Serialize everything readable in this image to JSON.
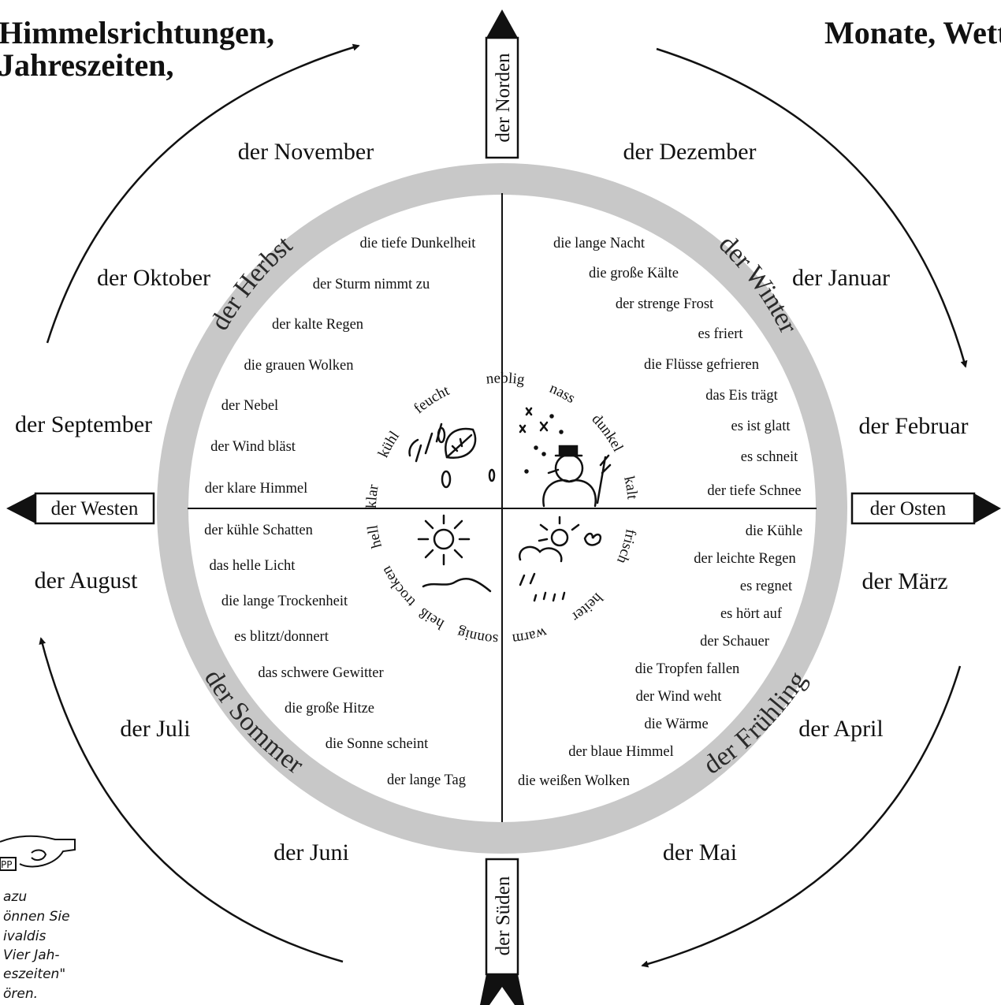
{
  "titles": {
    "left_line1": "Himmelsrichtungen,",
    "left_line2": "Jahreszeiten,",
    "right": "Monate, Wett"
  },
  "directions": {
    "north": "der Norden",
    "south": "der Süden",
    "east": "der Osten",
    "west": "der Westen"
  },
  "months": {
    "january": "der Januar",
    "february": "der Februar",
    "march": "der März",
    "april": "der April",
    "may": "der Mai",
    "june": "der Juni",
    "july": "der Juli",
    "august": "der August",
    "september": "der September",
    "october": "der Oktober",
    "november": "der November",
    "december": "der Dezember"
  },
  "seasons": {
    "winter": "der Winter",
    "spring": "der Frühling",
    "summer": "der Sommer",
    "autumn": "der Herbst"
  },
  "phrases": {
    "winter": [
      "die lange Nacht",
      "die große Kälte",
      "der strenge Frost",
      "es friert",
      "die Flüsse gefrieren",
      "das Eis trägt",
      "es ist glatt",
      "es schneit",
      "der tiefe Schnee"
    ],
    "spring": [
      "die Kühle",
      "der leichte Regen",
      "es regnet",
      "es hört auf",
      "der Schauer",
      "die Tropfen fallen",
      "der Wind weht",
      "die Wärme",
      "der blaue Himmel",
      "die weißen Wolken"
    ],
    "summer": [
      "der kühle Schatten",
      "das helle Licht",
      "die lange Trockenheit",
      "es blitzt/donnert",
      "das schwere Gewitter",
      "die große Hitze",
      "die Sonne scheint",
      "der lange Tag"
    ],
    "autumn": [
      "die tiefe Dunkelheit",
      "der Sturm nimmt zu",
      "der kalte Regen",
      "die grauen Wolken",
      "der Nebel",
      "der Wind bläst",
      "der klare Himmel"
    ]
  },
  "weather": {
    "neblig": "neblig",
    "nass": "nass",
    "dunkel": "dunkel",
    "kalt": "kalt",
    "frisch": "frisch",
    "heiter": "heiter",
    "warm": "warm",
    "sonnig": "sonnig",
    "heiss": "heiß",
    "trocken": "trocken",
    "hell": "hell",
    "klar": "klar",
    "kuehl": "kühl",
    "feucht": "feucht"
  },
  "tip": [
    "azu",
    "önnen Sie",
    "ivaldis",
    "Vier Jah-",
    "eszeiten\"",
    "ören."
  ],
  "tip_badge": "PP",
  "colors": {
    "ring": "#c8c8c8",
    "ink": "#111111",
    "background": "#ffffff"
  }
}
